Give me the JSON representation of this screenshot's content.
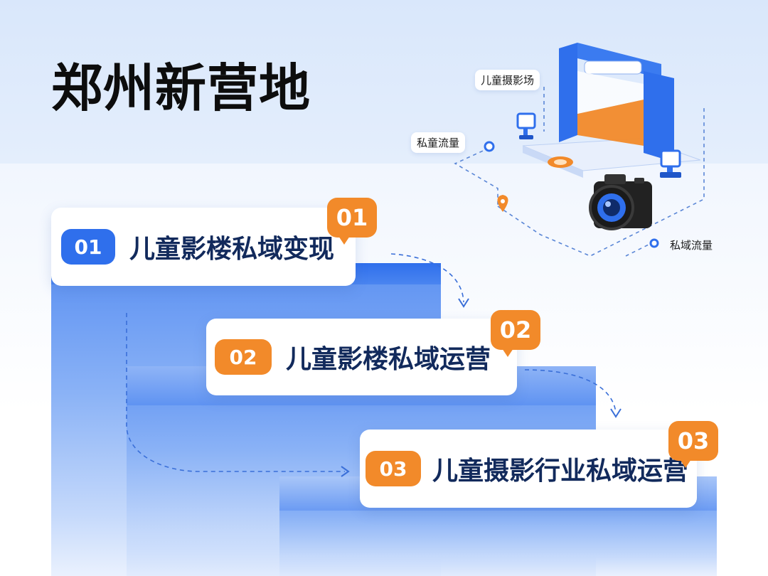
{
  "title": "郑州新营地",
  "steps": [
    {
      "number": "01",
      "label": "儿童影楼私域变现",
      "badge": "01"
    },
    {
      "number": "02",
      "label": "儿童影楼私域运营",
      "badge": "02"
    },
    {
      "number": "03",
      "label": "儿童摄影行业私域运营",
      "badge": "03"
    }
  ],
  "illustration": {
    "tags": [
      "儿童摄影场",
      "私童流量",
      "私域流量"
    ],
    "icons": [
      "photo-studio-arch-icon",
      "camera-icon",
      "monitor-icon",
      "location-pin-icon"
    ]
  },
  "colors": {
    "blue": "#2f6fec",
    "orange": "#f28a2a",
    "dark_text": "#122a5c"
  }
}
